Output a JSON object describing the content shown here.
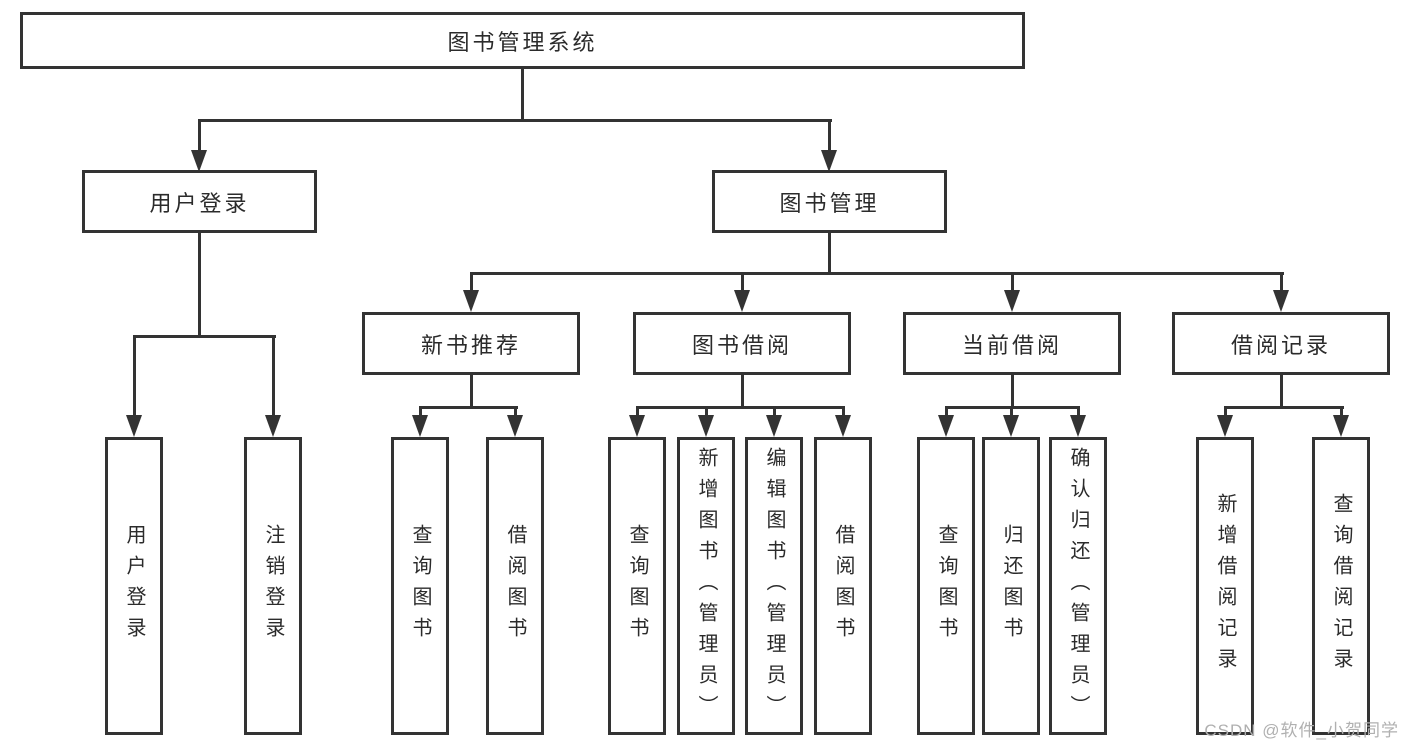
{
  "diagram_title": "图书管理系统",
  "root": {
    "label": "图书管理系统"
  },
  "branches": [
    {
      "label": "用户登录"
    },
    {
      "label": "图书管理"
    }
  ],
  "sections": [
    {
      "label": "新书推荐",
      "parent": "图书管理"
    },
    {
      "label": "图书借阅",
      "parent": "图书管理"
    },
    {
      "label": "当前借阅",
      "parent": "图书管理"
    },
    {
      "label": "借阅记录",
      "parent": "图书管理"
    }
  ],
  "leaves": [
    {
      "label": "用户登录",
      "parent": "用户登录"
    },
    {
      "label": "注销登录",
      "parent": "用户登录"
    },
    {
      "label": "查询图书",
      "parent": "新书推荐"
    },
    {
      "label": "借阅图书",
      "parent": "新书推荐"
    },
    {
      "label": "查询图书",
      "parent": "图书借阅"
    },
    {
      "label": "新增图书（管理员）",
      "parent": "图书借阅"
    },
    {
      "label": "编辑图书（管理员）",
      "parent": "图书借阅"
    },
    {
      "label": "借阅图书",
      "parent": "图书借阅"
    },
    {
      "label": "查询图书",
      "parent": "当前借阅"
    },
    {
      "label": "归还图书",
      "parent": "当前借阅"
    },
    {
      "label": "确认归还（管理员）",
      "parent": "当前借阅"
    },
    {
      "label": "新增借阅记录",
      "parent": "借阅记录"
    },
    {
      "label": "查询借阅记录",
      "parent": "借阅记录"
    }
  ],
  "watermark": {
    "text": "CSDN @软件_小贺同学"
  },
  "colors": {
    "line": "#333333",
    "text": "#2b2b2b",
    "background": "#ffffff",
    "watermark": "#b0b0b0"
  }
}
